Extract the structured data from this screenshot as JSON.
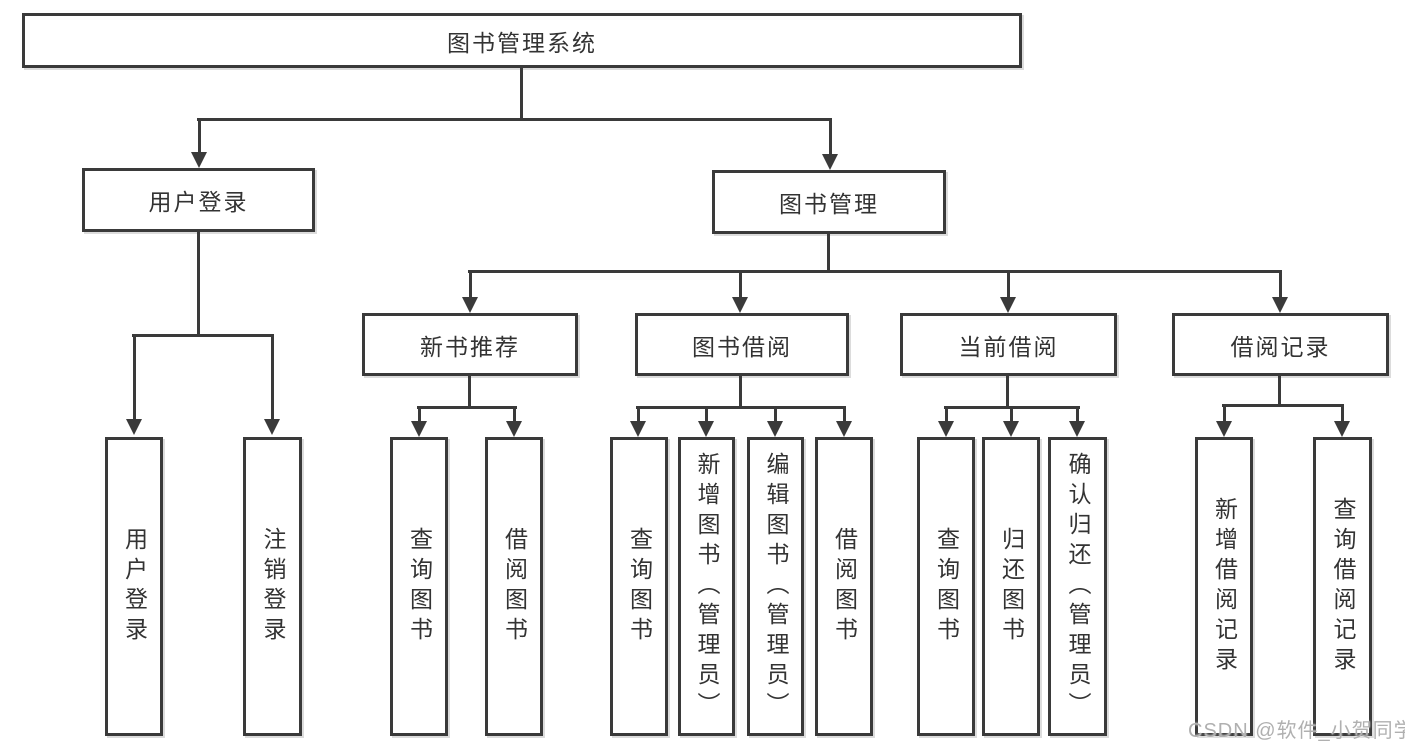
{
  "colors": {
    "line": "#3a3a3a",
    "text": "#333333",
    "watermark": "#b0b0b0",
    "background": "#ffffff"
  },
  "tree": {
    "root": {
      "label": "图书管理系统"
    },
    "user_branch": {
      "label": "用户登录",
      "children": [
        {
          "label": "用户登录"
        },
        {
          "label": "注销登录"
        }
      ]
    },
    "book_branch": {
      "label": "图书管理",
      "groups": [
        {
          "label": "新书推荐",
          "children": [
            {
              "label": "查询图书"
            },
            {
              "label": "借阅图书"
            }
          ]
        },
        {
          "label": "图书借阅",
          "children": [
            {
              "label": "查询图书"
            },
            {
              "label": "新增图书（管理员）"
            },
            {
              "label": "编辑图书（管理员）"
            },
            {
              "label": "借阅图书"
            }
          ]
        },
        {
          "label": "当前借阅",
          "children": [
            {
              "label": "查询图书"
            },
            {
              "label": "归还图书"
            },
            {
              "label": "确认归还（管理员）"
            }
          ]
        },
        {
          "label": "借阅记录",
          "children": [
            {
              "label": "新增借阅记录"
            },
            {
              "label": "查询借阅记录"
            }
          ]
        }
      ]
    }
  },
  "watermark": {
    "text": "CSDN @软件_小贺同学"
  }
}
